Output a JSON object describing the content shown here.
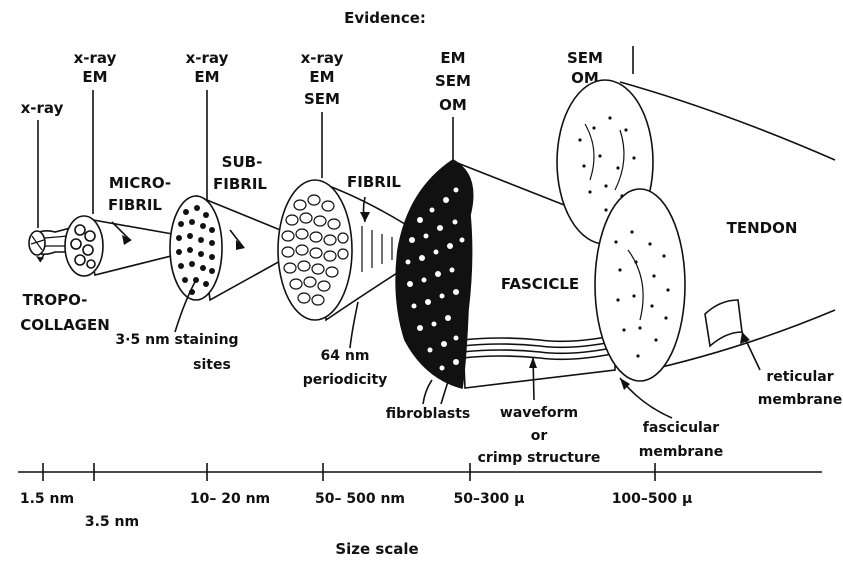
{
  "title": "Evidence:",
  "evidence": {
    "tropocollagen": "x-ray",
    "microfibril": [
      "x-ray",
      "EM"
    ],
    "subfibril": [
      "x-ray",
      "EM"
    ],
    "fibril": [
      "x-ray",
      "EM",
      "SEM"
    ],
    "fascicle": [
      "EM",
      "SEM",
      "OM"
    ],
    "tendon": [
      "SEM",
      "OM"
    ]
  },
  "structures": {
    "tropocollagen": [
      "TROPO-",
      "COLLAGEN"
    ],
    "microfibril": [
      "MICRO-",
      "FIBRIL"
    ],
    "subfibril": [
      "SUB-",
      "FIBRIL"
    ],
    "fibril": "FIBRIL",
    "fascicle": "FASCICLE",
    "tendon": "TENDON"
  },
  "annotations": {
    "staining": [
      "3·5 nm staining",
      "sites"
    ],
    "periodicity": [
      "64 nm",
      "periodicity"
    ],
    "fibroblasts": "fibroblasts",
    "waveform": [
      "waveform",
      "or",
      "crimp structure"
    ],
    "fascicular": [
      "fascicular",
      "membrane"
    ],
    "reticular": [
      "reticular",
      "membrane"
    ]
  },
  "scale": {
    "ticks": [
      "1.5 nm",
      "3.5 nm",
      "10– 20 nm",
      "50– 500 nm",
      "50–300 μ",
      "100–500 μ"
    ],
    "label": "Size scale"
  },
  "icon_names": [
    "tropocollagen-icon",
    "microfibril-icon",
    "subfibril-icon",
    "fibril-icon",
    "fascicle-icon",
    "tendon-icon",
    "reticular-membrane-icon"
  ]
}
